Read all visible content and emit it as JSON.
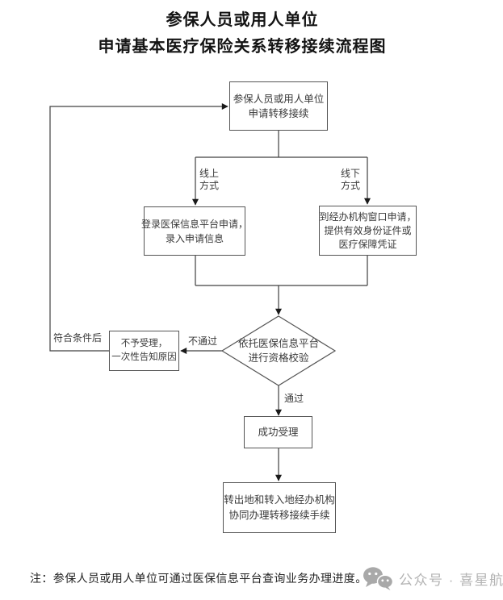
{
  "title": {
    "line1": "参保人员或用人单位",
    "line2": "申请基本医疗保险关系转移接续流程图"
  },
  "flow": {
    "start": {
      "line1": "参保人员或用人单位",
      "line2": "申请转移接续"
    },
    "branch_labels": {
      "online_line1": "线上",
      "online_line2": "方式",
      "offline_line1": "线下",
      "offline_line2": "方式"
    },
    "online_box": {
      "line1": "登录医保信息平台申请，",
      "line2": "录入申请信息"
    },
    "offline_box": {
      "line1": "到经办机构窗口申请，",
      "line2": "提供有效身份证件或",
      "line3": "医疗保障凭证"
    },
    "decision": {
      "line1": "依托医保信息平台",
      "line2": "进行资格校验"
    },
    "edge_labels": {
      "fail": "不通过",
      "pass": "通过",
      "requalify": "符合条件后"
    },
    "reject_box": {
      "line1": "不予受理，",
      "line2": "一次性告知原因"
    },
    "success_box": {
      "label": "成功受理"
    },
    "final_box": {
      "line1": "转出地和转入地经办机构",
      "line2": "协同办理转移接续手续"
    }
  },
  "footer": {
    "note": "注：参保人员或用人单位可通过医保信息平台查询业务办理进度。",
    "watermark_icon": "wechat-icon",
    "watermark_text": "公众号 · 喜星航"
  },
  "colors": {
    "background": "#ffffff",
    "line": "#404040",
    "arrow": "#1a1a1a",
    "box_border": "#555555",
    "box_text": "#3a3a3a",
    "title_text": "#141414",
    "watermark": "#b3b3b3"
  }
}
